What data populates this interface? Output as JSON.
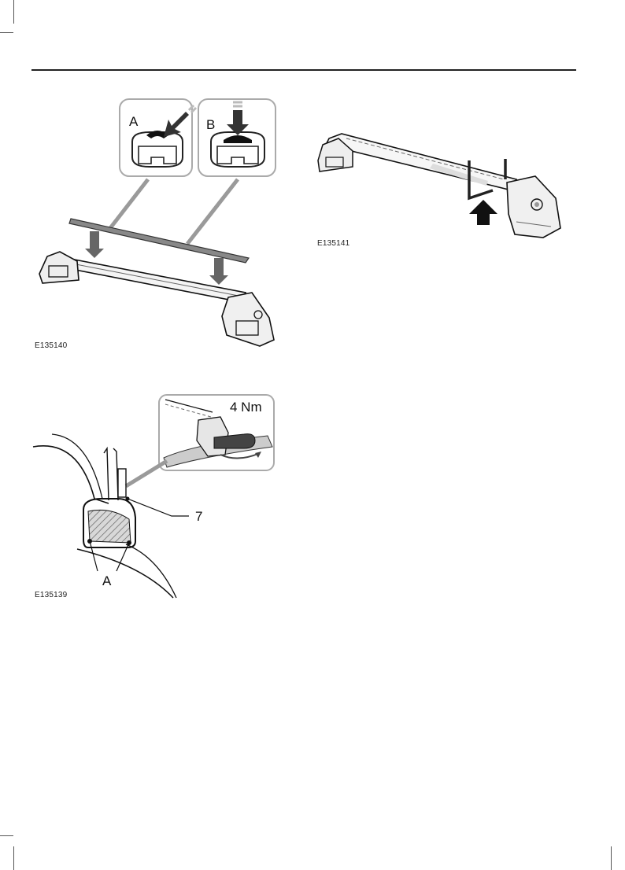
{
  "figures": {
    "fig1": {
      "code": "E135140",
      "callout_a": "A",
      "callout_b": "B"
    },
    "fig2": {
      "code": "E135141"
    },
    "fig3": {
      "code": "E135139",
      "torque": "4 Nm",
      "callout_7": "7",
      "callout_a": "A"
    }
  }
}
